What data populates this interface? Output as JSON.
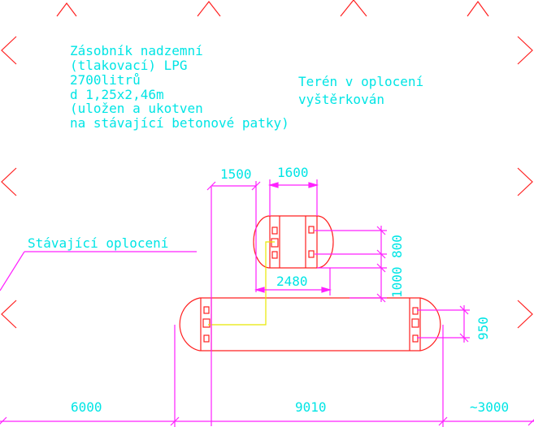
{
  "note_tank": {
    "lines": [
      "Zásobník nadzemní",
      "(tlakovací) LPG",
      "2700litrů",
      "d 1,25x2,46m",
      "(uložen a ukotven",
      "na stávající betonové patky)"
    ]
  },
  "note_terrain": {
    "lines": [
      "Terén v oplocení",
      "vyštěrkován"
    ]
  },
  "fence_label": "Stávající oplocení",
  "dimensions": {
    "d1500": "1500",
    "d1600": "1600",
    "d2480": "2480",
    "d800": "800",
    "d1000": "1000",
    "d950": "950",
    "d6000": "6000",
    "d9010": "9010",
    "d3000": "~3000"
  },
  "colors": {
    "text": "#00e5e5",
    "outline": "#ff2020",
    "dimension": "#ff20ff",
    "pipe": "#e8e800"
  }
}
